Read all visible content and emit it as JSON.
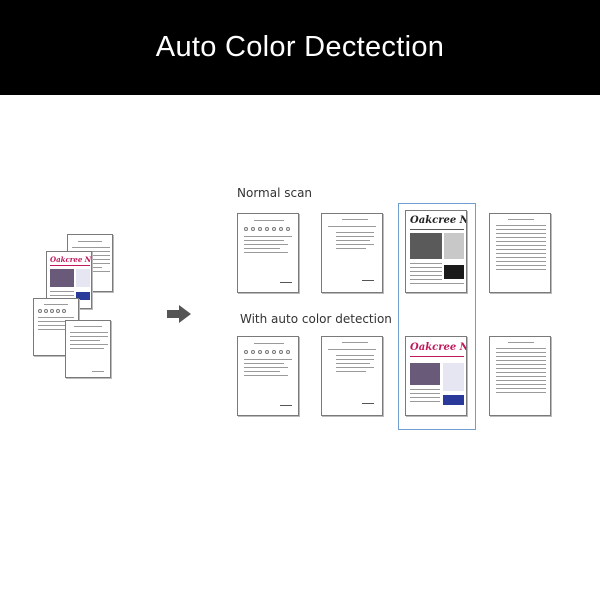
{
  "title": "Auto Color Dectection",
  "rows": {
    "normal_label": "Normal scan",
    "auto_label": "With auto color detection"
  },
  "newsletter_masthead": "Oakcree News",
  "colors": {
    "header_bg": "#000000",
    "highlight_border": "#6f9fd0",
    "masthead_color": "#c0185c",
    "masthead_gray": "#222222",
    "sidebar_blue": "#2a3a9a",
    "arrow": "#555555"
  },
  "icons": {
    "arrow": "right-arrow-icon"
  }
}
